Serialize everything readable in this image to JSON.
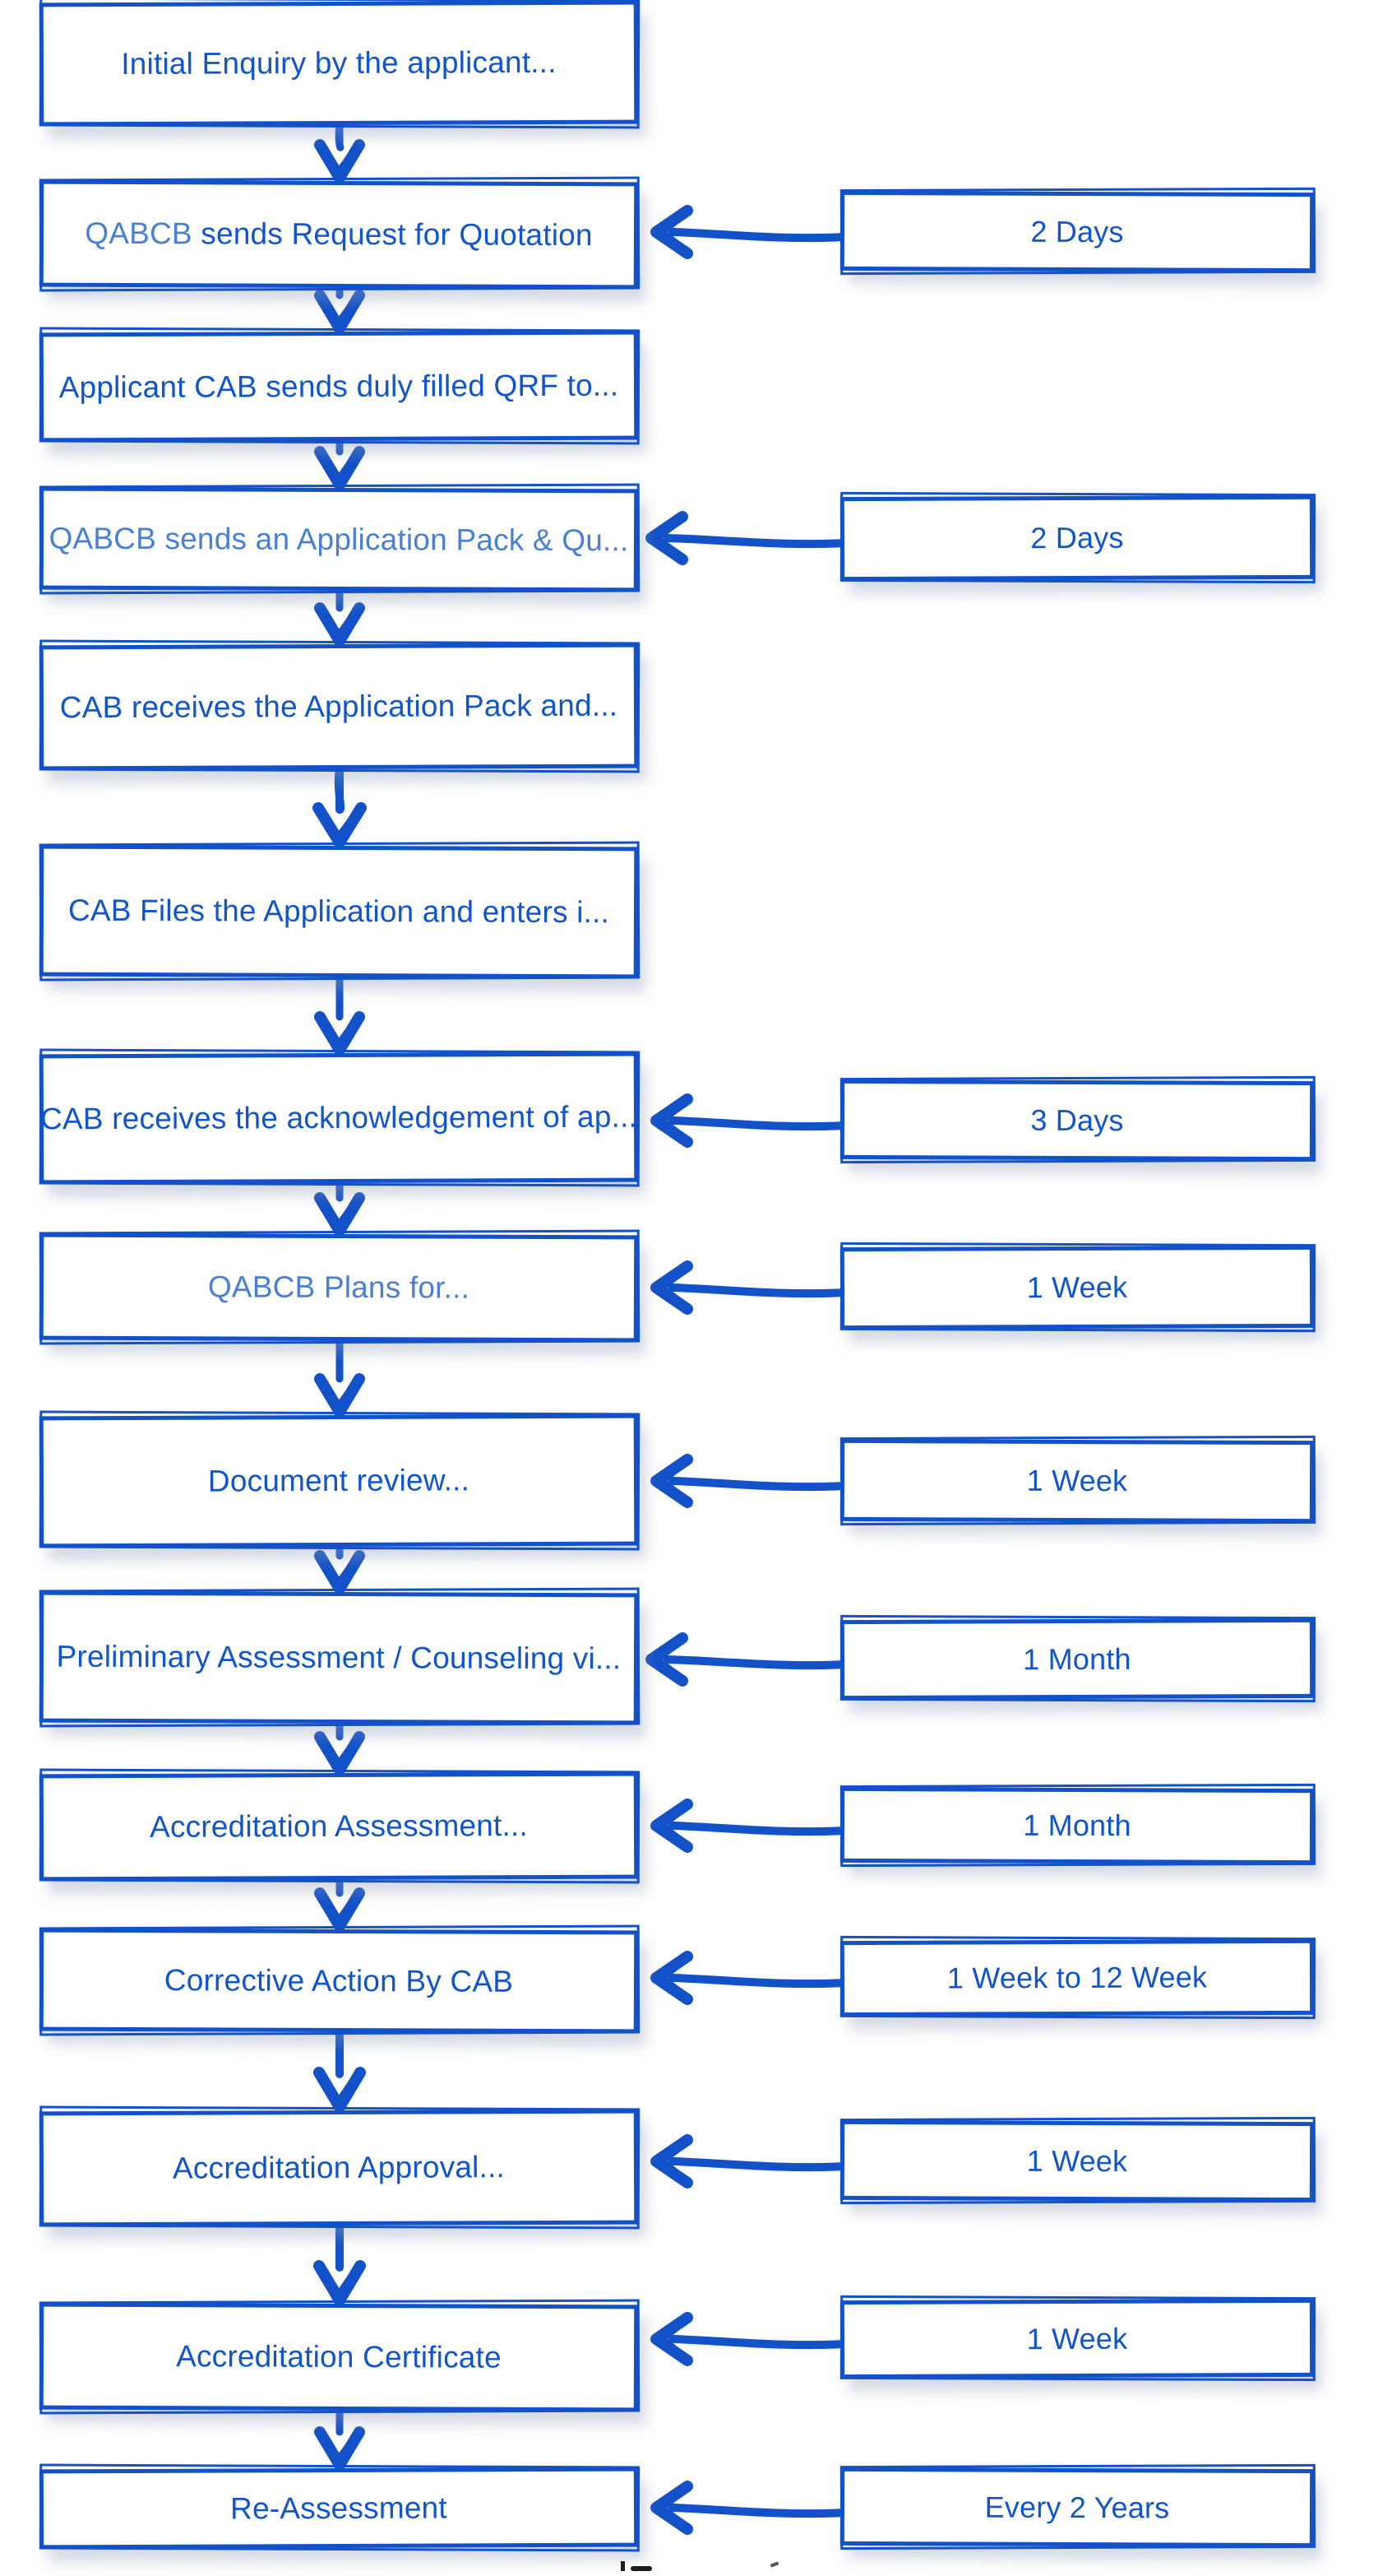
{
  "colors": {
    "primary_blue": "#1251c8",
    "step_text_dark": "#1155cc",
    "step_text_light": "#4a80d4",
    "background": "#ffffff"
  },
  "flowchart": {
    "steps": [
      {
        "label": "Initial Enquiry by the applicant..."
      },
      {
        "label_prefix": "QABCB",
        "label_rest": " sends Request for Quotation",
        "duration": "2 Days"
      },
      {
        "label": "Applicant CAB sends duly filled QRF to..."
      },
      {
        "label": "QABCB sends an Application Pack & Qu...",
        "duration": "2 Days"
      },
      {
        "label": "CAB receives the Application Pack and..."
      },
      {
        "label": "CAB Files the Application and enters i..."
      },
      {
        "label": "CAB receives the acknowledgement of ap...",
        "duration": "3 Days"
      },
      {
        "label": "QABCB Plans for...",
        "duration": "1 Week"
      },
      {
        "label": "Document review...",
        "duration": "1 Week"
      },
      {
        "label": "Preliminary Assessment / Counseling vi...",
        "duration": "1 Month"
      },
      {
        "label": "Accreditation Assessment...",
        "duration": "1 Month"
      },
      {
        "label": "Corrective Action By CAB",
        "duration": "1 Week to 12 Week"
      },
      {
        "label": "Accreditation Approval...",
        "duration": "1 Week"
      },
      {
        "label": "Accreditation Certificate",
        "duration": "1 Week"
      },
      {
        "label": "Re-Assessment",
        "duration": "Every 2 Years"
      }
    ]
  }
}
